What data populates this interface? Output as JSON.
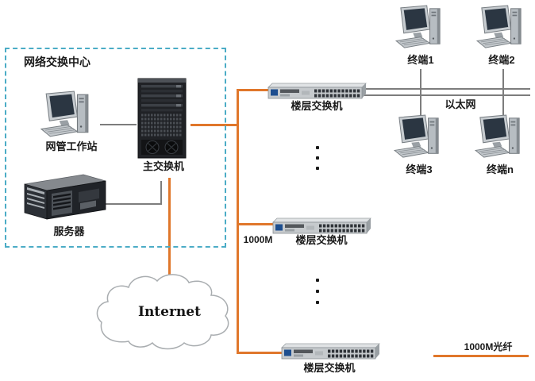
{
  "colors": {
    "fiber_orange": "#e0772b",
    "box_border_teal": "#4bacc6",
    "connector_gray": "#7d7d7d"
  },
  "center_box": {
    "title": "网络交换中心",
    "workstation_label": "网管工作站",
    "main_switch_label": "主交换机",
    "server_label": "服务器"
  },
  "internet": {
    "label": "Internet"
  },
  "floor_switches": [
    {
      "label": "楼层交换机"
    },
    {
      "label": "楼层交换机"
    },
    {
      "label": "楼层交换机"
    }
  ],
  "terminals": [
    {
      "label": "终端1"
    },
    {
      "label": "终端2"
    },
    {
      "label": "终端3"
    },
    {
      "label": "终端n"
    }
  ],
  "labels": {
    "ethernet": "以太网",
    "uplink_speed": "1000M",
    "legend_fiber": "1000M光纤"
  },
  "icons": {
    "workstation": "workstation-icon",
    "main_switch": "chassis-switch-icon",
    "server": "server-icon",
    "floor_switch": "rack-switch-icon",
    "terminal": "desktop-pc-icon",
    "internet": "cloud-icon"
  }
}
